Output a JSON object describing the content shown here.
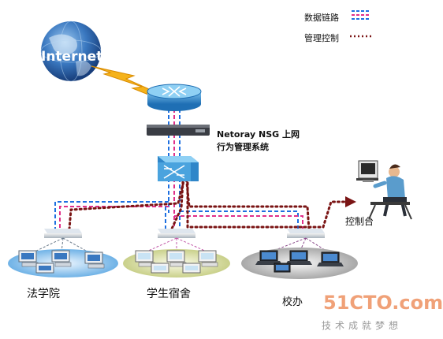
{
  "legend": {
    "link_label": "数据链路",
    "manage_label": "管理控制"
  },
  "internet": {
    "label": "Internet"
  },
  "nsg": {
    "line1": "Netoray NSG 上网",
    "line2": "行为管理系统"
  },
  "console": {
    "label": "控制台"
  },
  "groups": {
    "law": "法学院",
    "dorm": "学生宿舍",
    "office": "校办"
  },
  "watermark": {
    "main": "51CTO.com",
    "sub": "技术成就梦想"
  },
  "colors": {
    "link_blue": "#1e6fe0",
    "link_pink": "#e0308a",
    "manage_dotted": "#7a1414",
    "device_blue": "#2f86c9"
  }
}
